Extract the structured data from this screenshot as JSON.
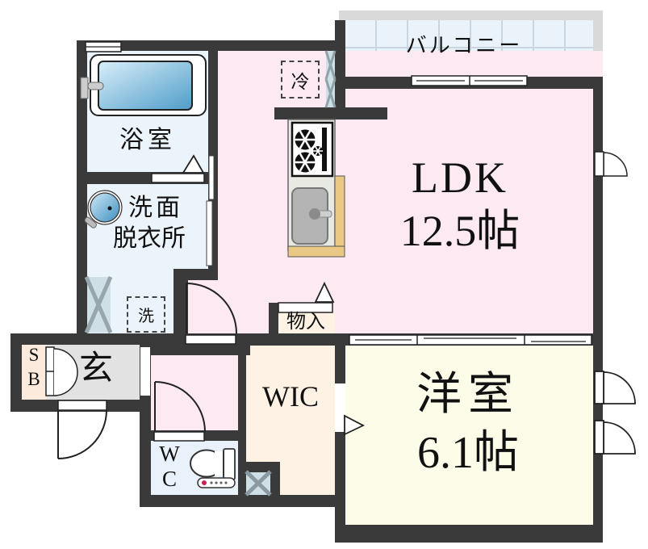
{
  "rooms": {
    "balcony": {
      "label": "バルコニー"
    },
    "ldk": {
      "label": "LDK",
      "size": "12.5帖"
    },
    "western": {
      "label": "洋室",
      "size": "6.1帖"
    },
    "wic": {
      "label": "WIC"
    },
    "storage": {
      "label": "物入"
    },
    "bathroom": {
      "label": "浴室"
    },
    "washroom": {
      "line1": "洗面",
      "line2": "脱衣所"
    },
    "entrance": {
      "label": "玄"
    },
    "shoe_box": {
      "line1": "S",
      "line2": "B"
    },
    "toilet": {
      "line1": "W",
      "line2": "C"
    },
    "washer": {
      "label": "洗"
    },
    "fridge": {
      "label": "冷"
    }
  },
  "colors": {
    "wall": "#3a3a3a",
    "ldk_floor": "#fce9f1",
    "western_floor": "#fdfce8",
    "wic_floor": "#fdf2e4",
    "wet_area_floor": "#ebf3fb",
    "wc_floor": "#e9f2fa",
    "entrance_floor": "#e2e2e2",
    "shoe_box_fill": "#fcebdc",
    "balcony_rail": "#d9d9d9",
    "balcony_tile": "#ebf3fa",
    "pipe_space_fill": "#cfdfe6",
    "counter_wood": "#eac885",
    "bathtub_blue": "#4f9dc9"
  }
}
